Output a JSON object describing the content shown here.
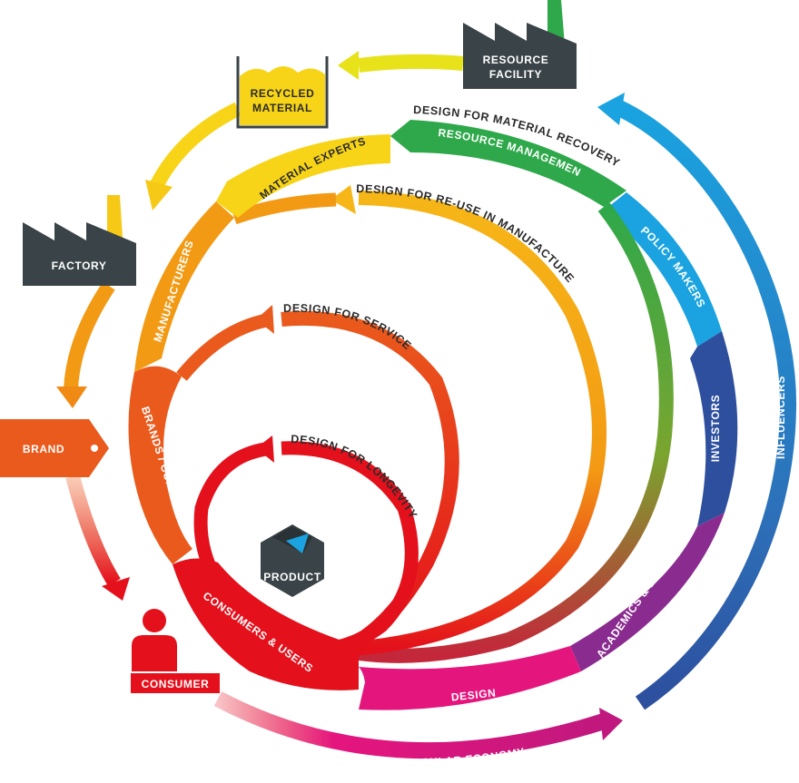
{
  "nodes": {
    "resource_facility": [
      "RESOURCE",
      "FACILITY"
    ],
    "recycled_material": [
      "RECYCLED",
      "MATERIAL"
    ],
    "factory": "FACTORY",
    "brand": "BRAND",
    "consumer": "CONSUMER",
    "product": "PRODUCT"
  },
  "loops": {
    "material_recovery": "DESIGN FOR MATERIAL RECOVERY",
    "reuse_in_manufacture": "DESIGN FOR RE-USE IN MANUFACTURE",
    "service": "DESIGN FOR SERVICE",
    "longevity": "DESIGN FOR LONGEVITY",
    "circular_economy": "DESIGN FOR A CIRCULAR ECONOMY"
  },
  "actors": {
    "resource_management": "RESOURCE MANAGEMENT",
    "material_experts": "MATERIAL EXPERTS",
    "manufacturers": "MANUFACTURERS",
    "brands_companies": "BRANDS / COMPANIES",
    "consumers_users": "CONSUMERS & USERS",
    "design": "DESIGN",
    "academics_education": "ACADEMICS & EDUCATION",
    "investors": "INVESTORS",
    "policy_makers": "POLICY MAKERS",
    "influencers": "INFLUENCERS"
  },
  "colors": {
    "dark": "#3a4347",
    "red": "#e4101b",
    "orange_red": "#ea5a1c",
    "orange": "#f39a14",
    "amber": "#f6b617",
    "yellow": "#f7d417",
    "lime": "#cfdc1a",
    "green": "#2ea84a",
    "sky": "#1aa3e0",
    "navy": "#2d4f9e",
    "purple": "#8a2c8f",
    "magenta": "#e5157e",
    "blue": "#1b8fd6"
  }
}
